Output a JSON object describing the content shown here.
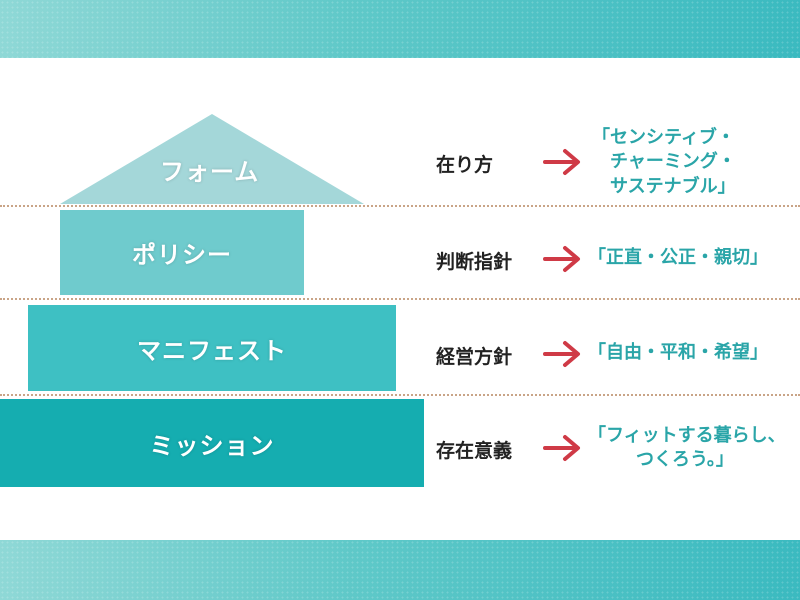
{
  "levels": [
    {
      "name": "フォーム",
      "category": "在り方",
      "value_lines": [
        "「センシティブ・",
        "チャーミング・",
        "サステナブル」"
      ],
      "color": "#a4d7d9"
    },
    {
      "name": "ポリシー",
      "category": "判断指針",
      "value_lines": [
        "「正直・公正・親切」"
      ],
      "color": "#6fcbcd"
    },
    {
      "name": "マニフェスト",
      "category": "経営方針",
      "value_lines": [
        "「自由・平和・希望」"
      ],
      "color": "#3ec0c3"
    },
    {
      "name": "ミッション",
      "category": "存在意義",
      "value_lines": [
        "「フィットする暮らし、",
        "つくろう。」"
      ],
      "color": "#15adb0"
    }
  ],
  "colors": {
    "arrow": "#cf3a46",
    "value_text": "#2aa5a8",
    "divider": "#c9a487"
  }
}
